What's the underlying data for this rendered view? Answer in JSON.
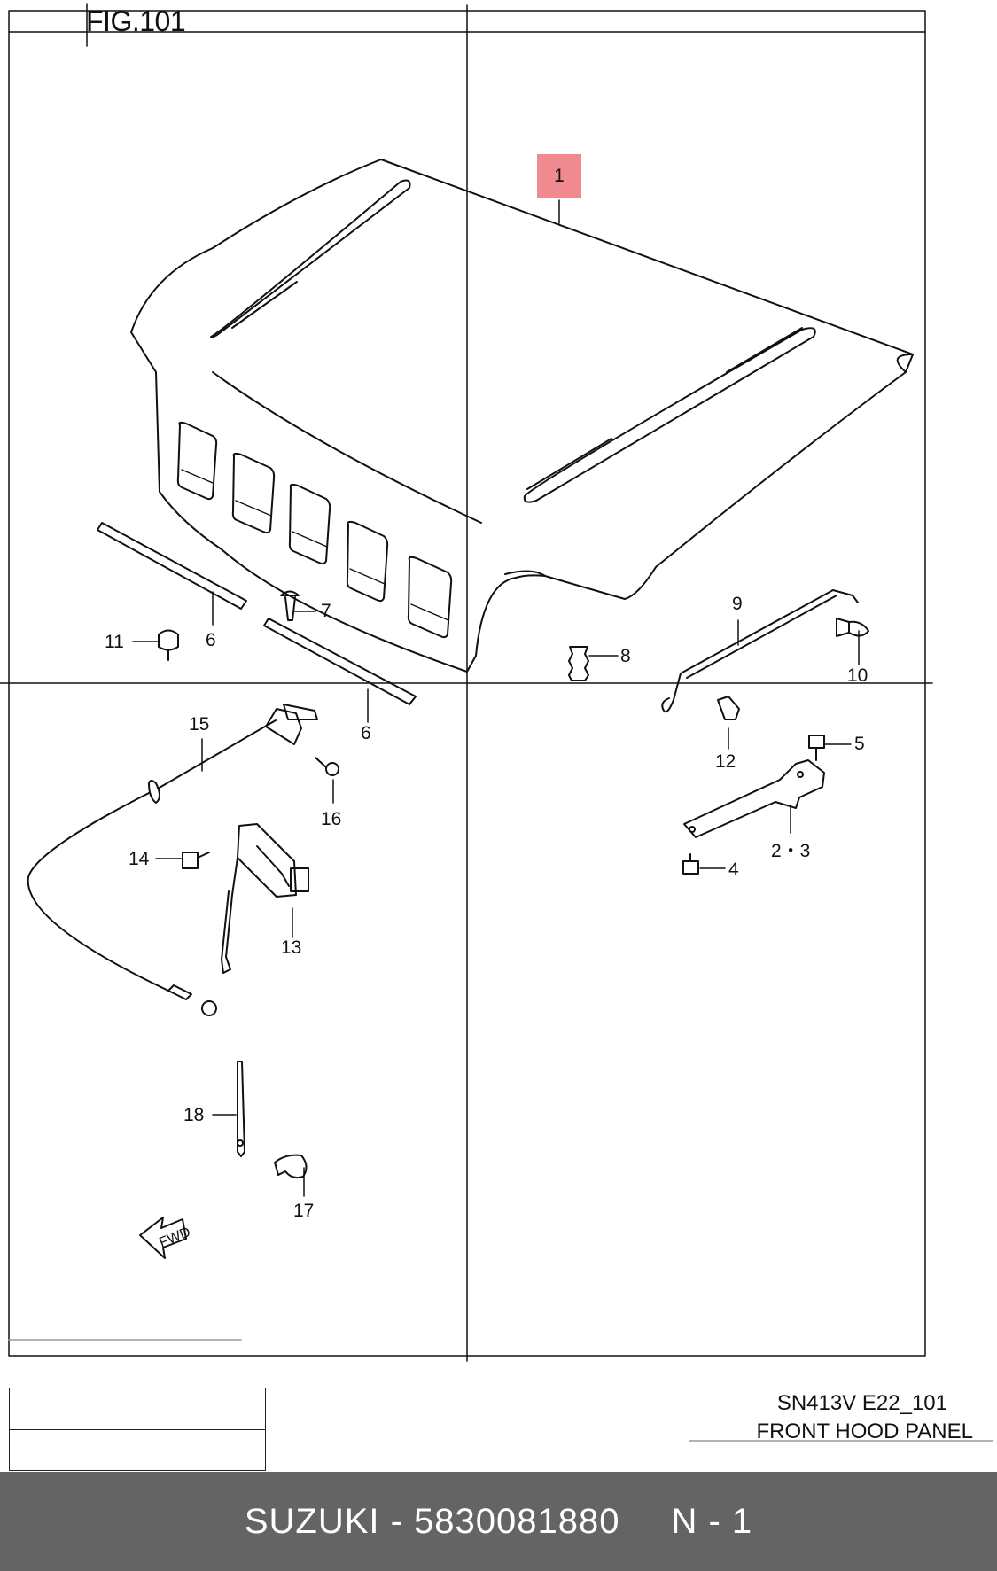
{
  "figure_label": "FIG.101",
  "doc_code": "SN413V E22_101",
  "doc_name": "FRONT HOOD PANEL",
  "fwd_label": "FWD",
  "highlight_color": "#f08a8e",
  "callouts": {
    "c1": "1",
    "c2_3": "2・3",
    "c4": "4",
    "c5": "5",
    "c6a": "6",
    "c6b": "6",
    "c7": "7",
    "c8": "8",
    "c9": "9",
    "c10": "10",
    "c11": "11",
    "c12": "12",
    "c13": "13",
    "c14": "14",
    "c15": "15",
    "c16": "16",
    "c17": "17",
    "c18": "18"
  },
  "footer": {
    "brand_part": "SUZUKI - 5830081880",
    "quantity": "N - 1"
  }
}
